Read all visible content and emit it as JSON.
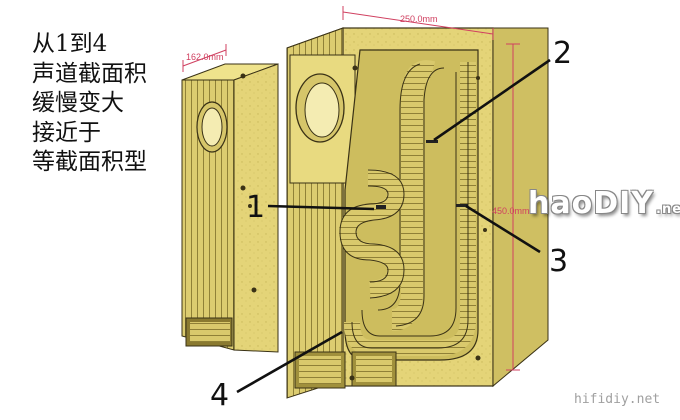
{
  "caption": {
    "lines": [
      "从1到4",
      "声道截面积",
      "缓慢变大",
      "接近于",
      "等截面积型"
    ]
  },
  "callouts": [
    {
      "label": "1"
    },
    {
      "label": "2"
    },
    {
      "label": "3"
    },
    {
      "label": "4"
    }
  ],
  "dimensions": {
    "depth": "162.0mm",
    "width": "250.0mm",
    "height": "450.0mm"
  },
  "watermarks": {
    "logo": "haoDIY",
    "logo_suffix": ".net",
    "site": "hifidiy.net"
  },
  "colors": {
    "board": "#e6d77a",
    "board_dark": "#b8a840",
    "edge": "#3a3216",
    "dimension": "#d04060"
  }
}
